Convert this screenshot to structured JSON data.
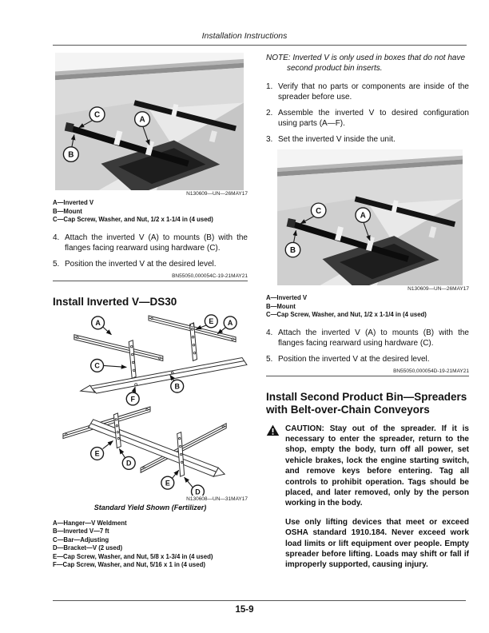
{
  "header": {
    "title": "Installation Instructions"
  },
  "footer": {
    "page_number": "15-9"
  },
  "left": {
    "photo_id": "N130609—UN—26MAY17",
    "photo_callouts": [
      "C",
      "A",
      "B"
    ],
    "legend": [
      "A—Inverted V",
      "B—Mount",
      "C—Cap Screw, Washer, and Nut, 1/2 x 1-1/4 in (4 used)"
    ],
    "steps": [
      {
        "num": "4.",
        "text": "Attach the inverted V (A) to mounts (B) with the flanges facing rearward using hardware (C)."
      },
      {
        "num": "5.",
        "text": "Position the inverted V at the desired level."
      }
    ],
    "code": "BN55050,000054C-19-21MAY21",
    "ds30": {
      "heading": "Install Inverted V—DS30",
      "callouts_upper": [
        "A",
        "E",
        "A",
        "C",
        "F",
        "B"
      ],
      "callouts_lower": [
        "E",
        "D",
        "E",
        "D"
      ],
      "drawing_id": "N130608—UN—31MAY17",
      "caption": "Standard Yield Shown (Fertilizer)",
      "legend": [
        "A—Hanger—V Weldment",
        "B—Inverted V—7 ft",
        "C—Bar—Adjusting",
        "D—Bracket—V (2 used)",
        "E—Cap Screw, Washer, and Nut, 5/8 x 1-3/4 in (4 used)",
        "F—Cap Screw, Washer, and Nut, 5/16 x 1 in (4 used)"
      ]
    }
  },
  "right": {
    "note": "NOTE: Inverted V is only used in boxes that do not have second product bin inserts.",
    "steps_top": [
      {
        "num": "1.",
        "text": "Verify that no parts or components are inside of the spreader before use."
      },
      {
        "num": "2.",
        "text": "Assemble the inverted V to desired configuration using parts (A—F)."
      },
      {
        "num": "3.",
        "text": "Set the inverted V inside the unit."
      }
    ],
    "photo_id": "N130609—UN—26MAY17",
    "photo_callouts": [
      "C",
      "A",
      "B"
    ],
    "legend": [
      "A—Inverted V",
      "B—Mount",
      "C—Cap Screw, Washer, and Nut, 1/2 x 1-1/4 in (4 used)"
    ],
    "steps": [
      {
        "num": "4.",
        "text": "Attach the inverted V (A) to mounts (B) with the flanges facing rearward using hardware (C)."
      },
      {
        "num": "5.",
        "text": "Position the inverted V at the desired level."
      }
    ],
    "code": "BN55050,000054D-19-21MAY21",
    "second_bin": {
      "heading": "Install Second Product Bin—Spreaders with Belt-over-Chain Conveyors",
      "caution": "CAUTION: Stay out of the spreader. If it is necessary to enter the spreader, return to the shop, empty the body, turn off all power, set vehicle brakes, lock the engine starting switch, and remove keys before entering. Tag all controls to prohibit operation. Tags should be placed, and later removed, only by the person working in the body.",
      "caution2": "Use only lifting devices that meet or exceed OSHA standard 1910.184. Never exceed work load limits or lift equipment over people. Empty spreader before lifting. Loads may shift or fall if improperly supported, causing injury."
    }
  }
}
